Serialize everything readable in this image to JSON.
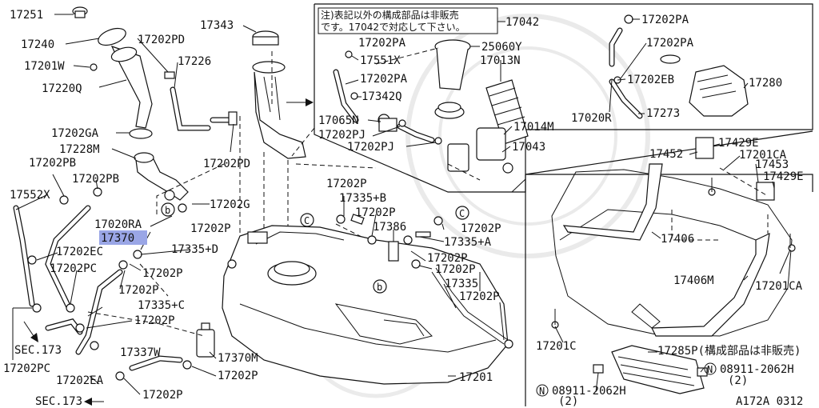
{
  "diagram_code": "A172A 0312",
  "inset_note": {
    "line1": "注)表記以外の構成部品は非販売",
    "line2": "です。17042で対応して下さい。",
    "ref": "17042"
  },
  "highlighted_label": "17370",
  "labels": {
    "l17251": "17251",
    "l17240": "17240",
    "l17202PD_a": "17202PD",
    "l17201W": "17201W",
    "l17226": "17226",
    "l17220Q": "17220Q",
    "l17343": "17343",
    "l17202GA": "17202GA",
    "l17228M": "17228M",
    "l17202PB_a": "17202PB",
    "l17202PB_b": "17202PB",
    "l17202PD_b": "17202PD",
    "l17552X": "17552X",
    "l17020RA": "17020RA",
    "l17202G": "17202G",
    "l17202P_a": "17202P",
    "l17202EC": "17202EC",
    "l17335D": "17335+D",
    "l17202PC_a": "17202PC",
    "l17202P_b": "17202P",
    "l17202P_c": "17202P",
    "l17335C": "17335+C",
    "l17202P_d": "17202P",
    "lSEC173_a": "SEC.173",
    "l17202PC_b": "17202PC",
    "l17337W": "17337W",
    "l17370M": "17370M",
    "l17202EA": "17202EA",
    "l17202P_e": "17202P",
    "lSEC173_b": "SEC.173",
    "l17202P_f": "17202P",
    "l17202P_g": "17202P",
    "l17335B": "17335+B",
    "l17202P_h": "17202P",
    "l17386": "17386",
    "l17202P_i": "17202P",
    "l17335A": "17335+A",
    "l17202P_j": "17202P",
    "l17202P_k": "17202P",
    "l17335": "17335",
    "l17202P_l": "17202P",
    "l17201": "17201",
    "lC_a": "C",
    "lC_b": "C",
    "lB_a": "b",
    "lB_b": "b",
    "i17202PA_a": "17202PA",
    "i17551X": "17551X",
    "i17202PA_b": "17202PA",
    "i17342Q": "17342Q",
    "i17065N": "17065N",
    "i17202PJ_a": "17202PJ",
    "i17202PJ_b": "17202PJ",
    "i25060Y": "25060Y",
    "i17013N": "17013N",
    "i17014M": "17014M",
    "i17043": "17043",
    "r17202PA_a": "17202PA",
    "r17202PA_b": "17202PA",
    "r17202EB": "17202EB",
    "r17280": "17280",
    "r17020R": "17020R",
    "r17273": "17273",
    "b17452": "17452",
    "b17429E_a": "17429E",
    "b17201CA_a": "17201CA",
    "b17453": "17453",
    "b17429E_b": "17429E",
    "b17406": "17406",
    "b17406M": "17406M",
    "b17201CA_b": "17201CA",
    "b17201C": "17201C",
    "b17285P": "17285P(構成部品は非販売)",
    "bN_a": "N",
    "b08911_a": "08911-2062H",
    "b2_a": "(2)",
    "bN_b": "N",
    "b08911_b": "08911-2062H",
    "b2_b": "(2)"
  }
}
